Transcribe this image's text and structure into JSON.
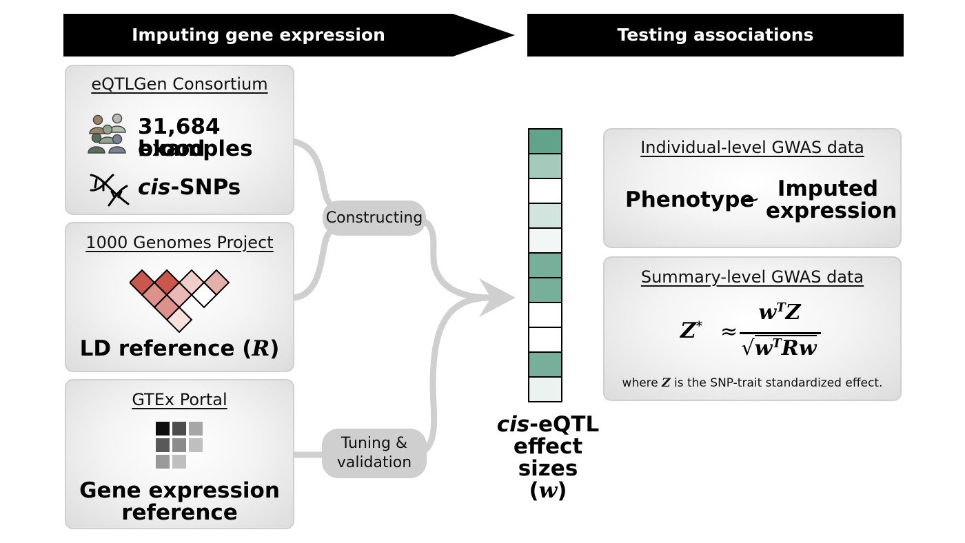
{
  "banners": {
    "left": "Imputing gene expression",
    "right": "Testing associations"
  },
  "eqtlgen": {
    "title": "eQTLGen Consortium",
    "sample_line1": "31,684 blood",
    "sample_line2": "examples",
    "cis_italic": "cis",
    "snps_rest": "-SNPs"
  },
  "genomes": {
    "title": "1000 Genomes Project",
    "label": "LD reference (",
    "symbol": "R",
    "label_end": ")",
    "ld_levels": [
      0.85,
      0.85,
      0.25,
      0.4,
      0.55,
      0.35,
      0.0,
      0.15
    ]
  },
  "gtex": {
    "title": "GTEx Portal",
    "label_line1": "Gene expression",
    "label_line2": "reference",
    "grid_levels": [
      0.95,
      0.7,
      0.35,
      0.65,
      0.45,
      0.25,
      0.4,
      0.25
    ]
  },
  "steps": {
    "constructing": "Constructing",
    "tuning_line1": "Tuning &",
    "tuning_line2": "validation"
  },
  "weights": {
    "levels": [
      0.95,
      0.55,
      0.0,
      0.28,
      0.08,
      0.82,
      0.82,
      0.0,
      0.0,
      0.82,
      0.12
    ],
    "color": "#5a9e85",
    "label_italic": "cis",
    "label_rest": "-eQTL",
    "label_line2": "effect sizes",
    "label_line3_open": "(",
    "label_symbol": "w",
    "label_line3_close": ")"
  },
  "individual": {
    "title": "Individual-level GWAS data",
    "lhs": "Phenotype",
    "tilde": "∼",
    "rhs_line1": "Imputed",
    "rhs_line2": "expression"
  },
  "summary": {
    "title": "Summary-level GWAS data",
    "lhs": "Z",
    "lhs_sup": "*",
    "approx": "≈",
    "num_w": "w",
    "num_sup": "T",
    "num_z": "Z",
    "sqrt": "√",
    "den_w": "w",
    "den_sup": "T",
    "den_rw": "Rw",
    "note_pre": "where",
    "note_sym": "Z",
    "note_post": "is the SNP-trait standardized effect."
  },
  "colors": {
    "ld_red": "#c0392b",
    "connector": "#cfcfcf",
    "banner": "#000000"
  }
}
